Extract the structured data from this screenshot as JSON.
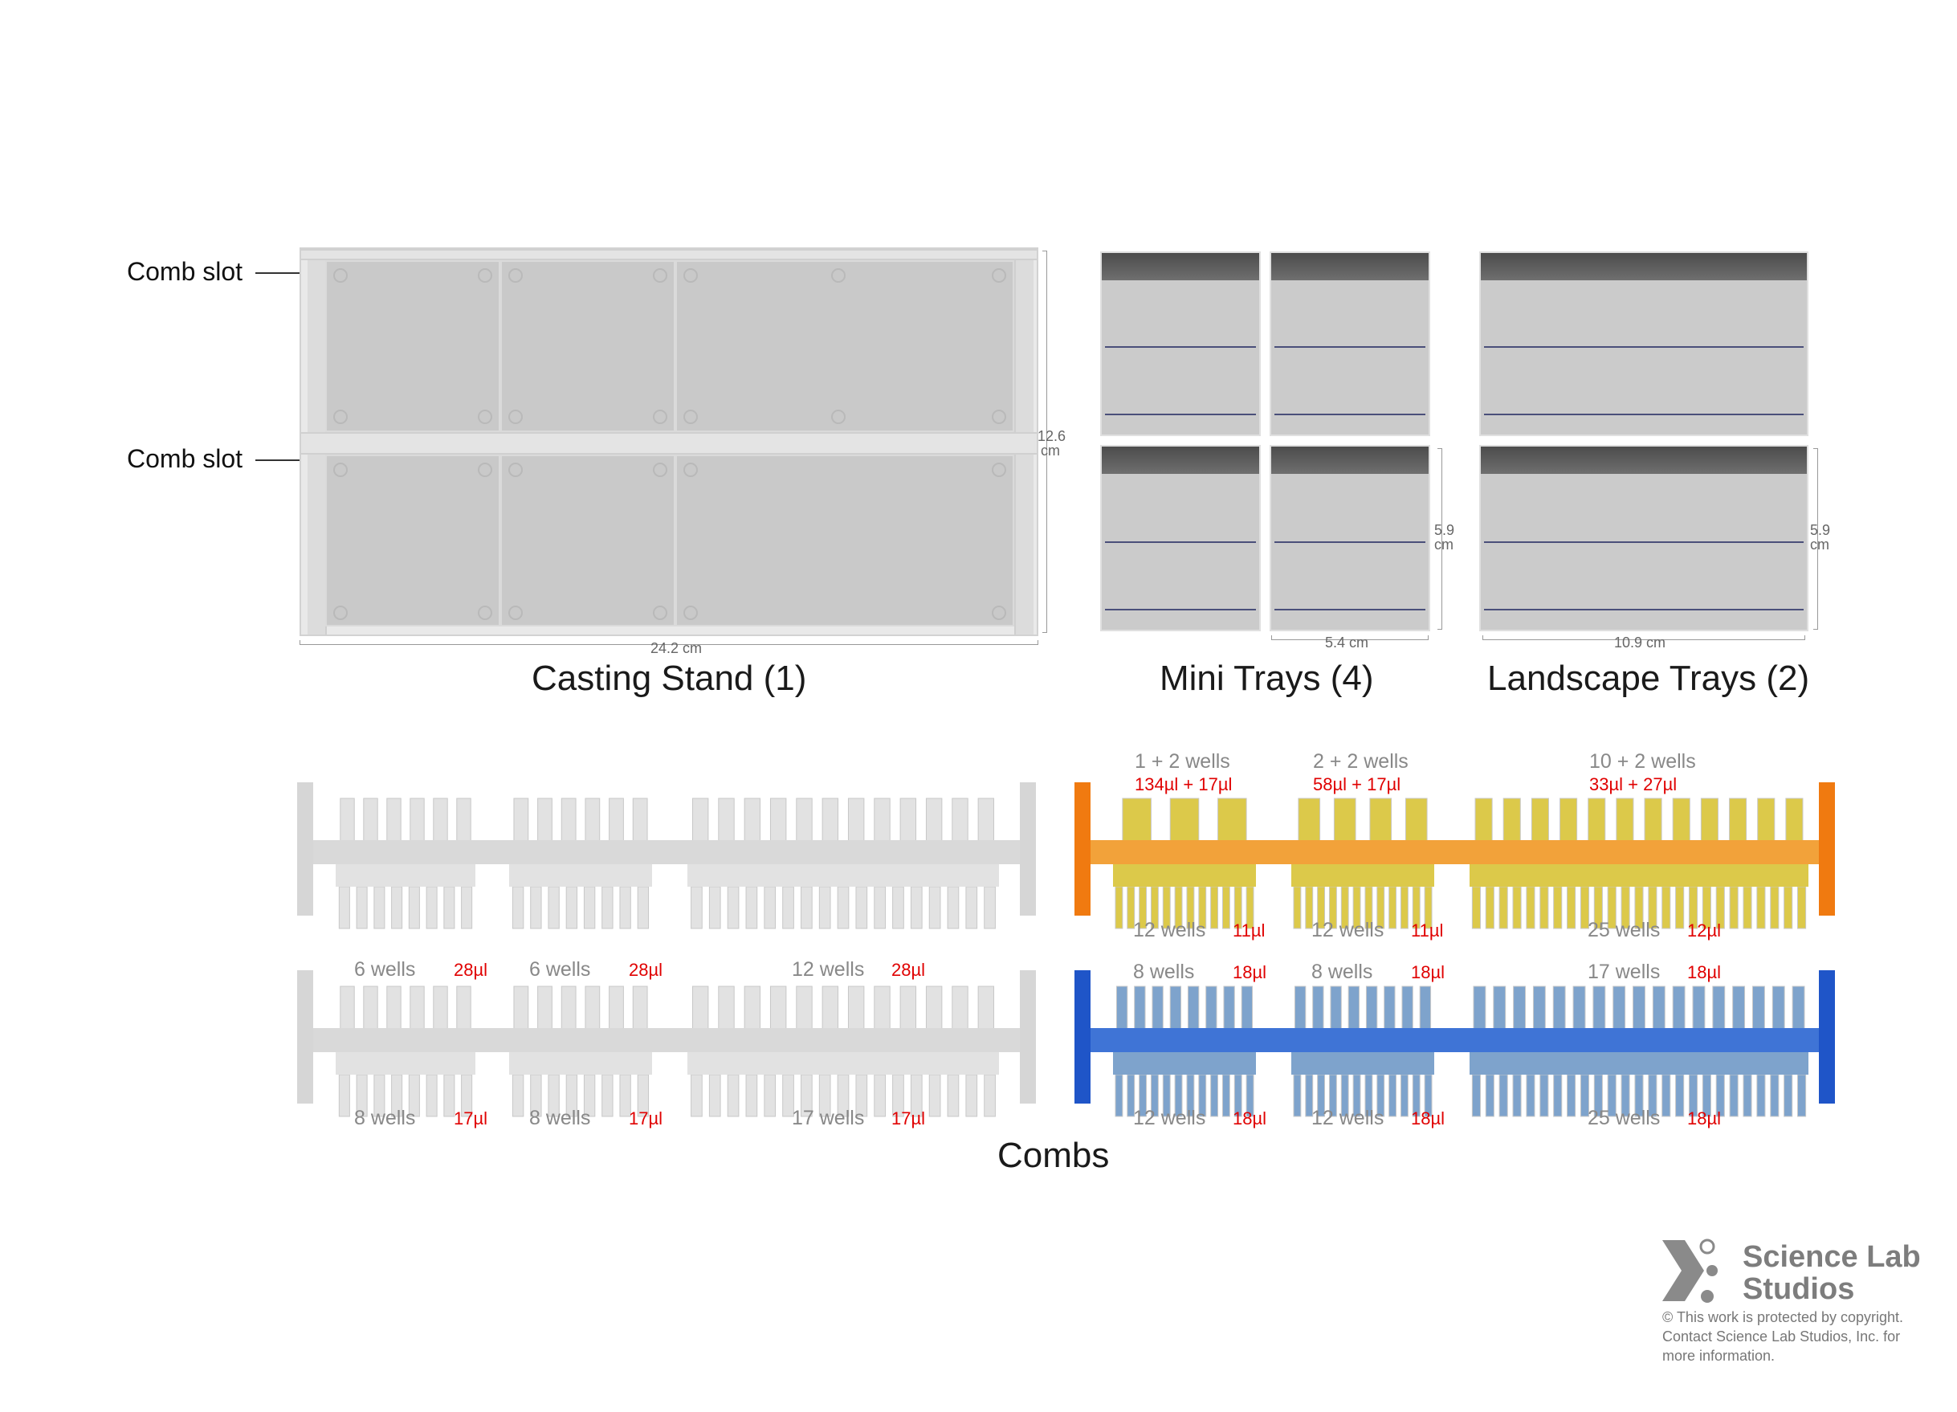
{
  "casting_stand": {
    "label": "Casting Stand (1)",
    "width": "24.2 cm",
    "height_value": "12.6",
    "height_unit": "cm",
    "comb_slot_top": "Comb slot",
    "comb_slot_bottom": "Comb slot"
  },
  "mini_trays": {
    "label": "Mini Trays (4)",
    "width": "5.4 cm",
    "height_value": "5.9",
    "height_unit": "cm"
  },
  "landscape_trays": {
    "label": "Landscape Trays (2)",
    "width": "10.9 cm",
    "height_value": "5.9",
    "height_unit": "cm"
  },
  "combs": {
    "label": "Combs",
    "colors": {
      "gray": "#e2e2e2",
      "orange": "#f07a10",
      "yellow": "#dcc94a",
      "blue": "#1f55c8",
      "light_blue": "#7ea3cc"
    },
    "gray_top_upper": [
      {
        "wells": "6 wells",
        "vol": "28µl"
      },
      {
        "wells": "6 wells",
        "vol": "28µl"
      },
      {
        "wells": "12 wells",
        "vol": "28µl"
      }
    ],
    "gray_bottom_lower": [
      {
        "wells": "8 wells",
        "vol": "17µl"
      },
      {
        "wells": "8 wells",
        "vol": "17µl"
      },
      {
        "wells": "17 wells",
        "vol": "17µl"
      }
    ],
    "yellow_upper": [
      {
        "wells": "1 + 2 wells",
        "vol": "134µl + 17µl"
      },
      {
        "wells": "2 + 2 wells",
        "vol": "58µl + 17µl"
      },
      {
        "wells": "10 + 2 wells",
        "vol": "33µl + 27µl"
      }
    ],
    "yellow_lower": [
      {
        "wells": "12 wells",
        "vol": "11µl"
      },
      {
        "wells": "12 wells",
        "vol": "11µl"
      },
      {
        "wells": "25 wells",
        "vol": "12µl"
      }
    ],
    "blue_upper": [
      {
        "wells": "8 wells",
        "vol": "18µl"
      },
      {
        "wells": "8 wells",
        "vol": "18µl"
      },
      {
        "wells": "17 wells",
        "vol": "18µl"
      }
    ],
    "blue_lower": [
      {
        "wells": "12 wells",
        "vol": "18µl"
      },
      {
        "wells": "12 wells",
        "vol": "18µl"
      },
      {
        "wells": "25 wells",
        "vol": "18µl"
      }
    ]
  },
  "logo": {
    "name_line1": "Science Lab",
    "name_line2": "Studios",
    "copyright_1": "© This work is protected by copyright.",
    "copyright_2": "Contact Science Lab Studios, Inc. for",
    "copyright_3": "more information."
  }
}
